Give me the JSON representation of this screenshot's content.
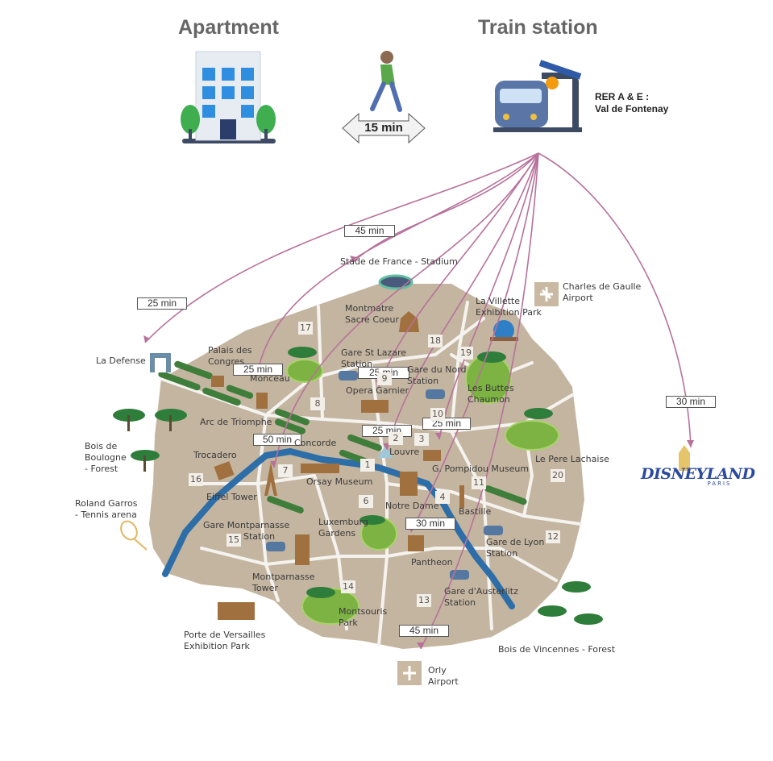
{
  "header": {
    "apartment": "Apartment",
    "train_station": "Train station",
    "walk_time": "15 min",
    "station_name_line1": "RER A & E :",
    "station_name_line2": "Val de Fontenay"
  },
  "colors": {
    "map_land": "#c4b5a0",
    "seine": "#2d6ea8",
    "route": "#b7719b",
    "park": "#7cb342",
    "roads": "#f5f3ef"
  },
  "icons": [
    "apartment-building-icon",
    "walking-person-icon",
    "train-station-icon",
    "stadium-icon",
    "airport-icon",
    "exhibition-dome-icon",
    "disneyland-logo",
    "tennis-racket-icon",
    "train-icon",
    "tree-icon",
    "eiffel-tower-icon"
  ],
  "routes": [
    {
      "label": "45 min",
      "dest": "Stade de France - Stadium"
    },
    {
      "label": "25 min",
      "dest": "La Defense"
    },
    {
      "label": "25 min",
      "dest": "Monceau"
    },
    {
      "label": "25 min",
      "dest": "Opera Garnier"
    },
    {
      "label": "25 min",
      "dest": "Louvre"
    },
    {
      "label": "25 min",
      "dest": "G. Pompidou Museum"
    },
    {
      "label": "50 min",
      "dest": "Eiffel Tower"
    },
    {
      "label": "30 min",
      "dest": "Notre Dame"
    },
    {
      "label": "45 min",
      "dest": "Orly Airport"
    },
    {
      "label": "30 min",
      "dest": "Disneyland"
    }
  ],
  "places": {
    "stade": "Stade de France - Stadium",
    "cdg1": "Charles de Gaulle",
    "cdg2": "Airport",
    "villette1": "La Villette",
    "villette2": "Exhibition Park",
    "montmartre1": "Montmatre",
    "montmartre2": "Sacre Coeur",
    "defense": "La Defense",
    "palais1": "Palais des",
    "palais2": "Congres",
    "monceau": "Monceau",
    "lazare1": "Gare St Lazare",
    "lazare2": "Station",
    "nord1": "Gare du Nord",
    "nord2": "Station",
    "opera": "Opera Garnier",
    "buttes1": "Les Buttes",
    "buttes2": "Chaumon",
    "arc": "Arc de Triomphe",
    "concorde": "Concorde",
    "louvre": "Louvre",
    "pompidou": "G. Pompidou Museum",
    "lachaise": "Le Pere Lachaise",
    "boulogne1": "Bois de",
    "boulogne2": "Boulogne",
    "boulogne3": "- Forest",
    "trocadero": "Trocadero",
    "orsay": "Orsay Museum",
    "eiffel": "Eiffel Tower",
    "notredame": "Notre Dame",
    "bastille": "Bastille",
    "garros1": "Roland Garros",
    "garros2": "- Tennis arena",
    "montparnasse1": "Gare Montparnasse",
    "montparnasse2": "Station",
    "luxembourg1": "Luxemburg",
    "luxembourg2": "Gardens",
    "garelyon1": "Gare de Lyon",
    "garelyon2": "Station",
    "pantheon": "Pantheon",
    "mptower1": "Montparnasse",
    "mptower2": "Tower",
    "austerlitz1": "Gare d'Austerlitz",
    "austerlitz2": "Station",
    "montsouris1": "Montsouris",
    "montsouris2": "Park",
    "versailles1": "Porte de Versailles",
    "versailles2": "Exhibition Park",
    "vincennes": "Bois de Vincennes - Forest",
    "orly1": "Orly",
    "orly2": "Airport",
    "disney1": "DISNEYLAND",
    "disney2": "PARIS"
  },
  "arrondissements": [
    "17",
    "18",
    "19",
    "8",
    "9",
    "10",
    "2",
    "3",
    "1",
    "20",
    "16",
    "7",
    "11",
    "6",
    "4",
    "15",
    "12",
    "14",
    "13"
  ]
}
